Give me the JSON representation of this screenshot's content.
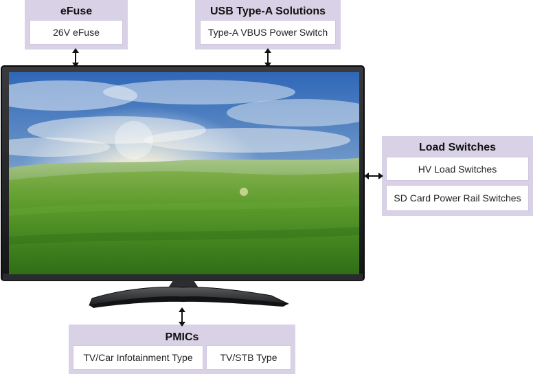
{
  "efuse": {
    "title": "eFuse",
    "items": [
      "26V eFuse"
    ]
  },
  "usb": {
    "title": "USB Type-A Solutions",
    "items": [
      "Type-A VBUS Power Switch"
    ]
  },
  "load_switches": {
    "title": "Load Switches",
    "items": [
      "HV Load Switches",
      "SD Card Power Rail Switches"
    ]
  },
  "pmics": {
    "title": "PMICs",
    "items": [
      "TV/Car Infotainment Type",
      "TV/STB Type"
    ]
  },
  "colors": {
    "group_fill": "#d9d2e6",
    "item_fill": "#ffffff",
    "arrow": "#111111",
    "tv_bezel": "#1e1f22"
  }
}
